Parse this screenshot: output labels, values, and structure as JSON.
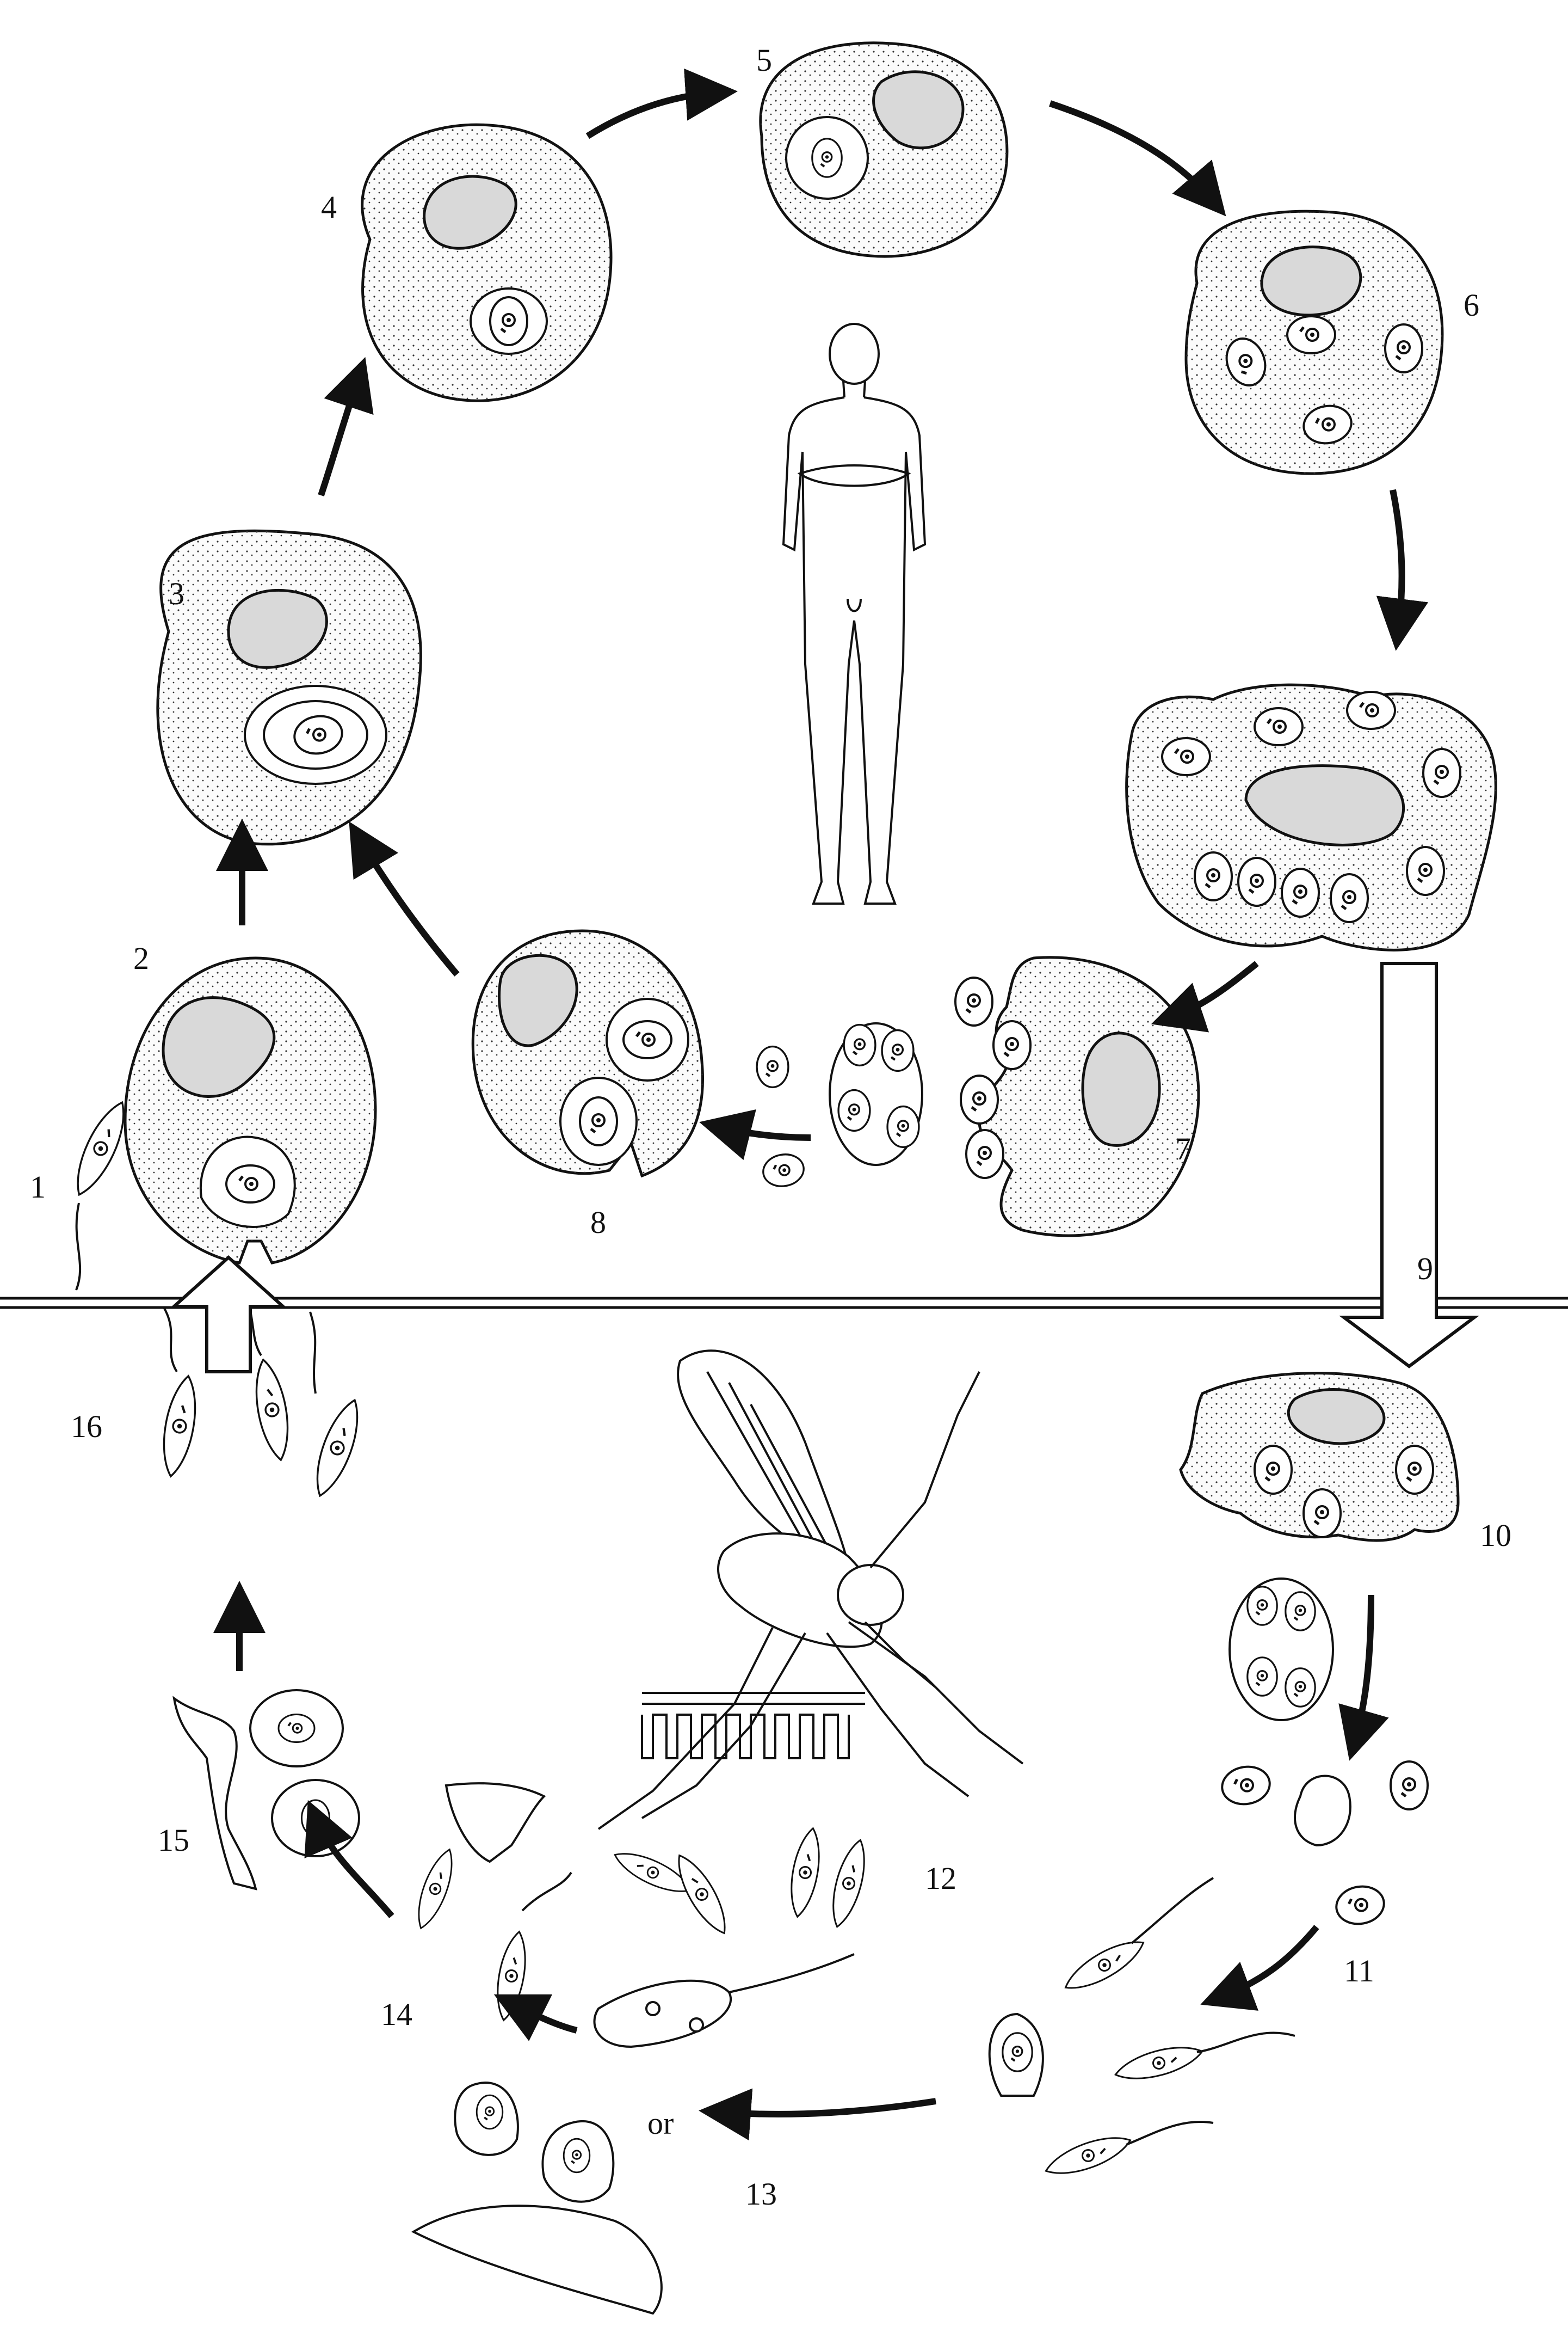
{
  "diagram": {
    "stage_labels": [
      "1",
      "2",
      "3",
      "4",
      "5",
      "6",
      "7",
      "8",
      "9",
      "10",
      "11",
      "12",
      "13",
      "14",
      "15",
      "16"
    ],
    "connector_word": "or",
    "hosts": [
      "human-figure",
      "sandfly-figure"
    ]
  }
}
